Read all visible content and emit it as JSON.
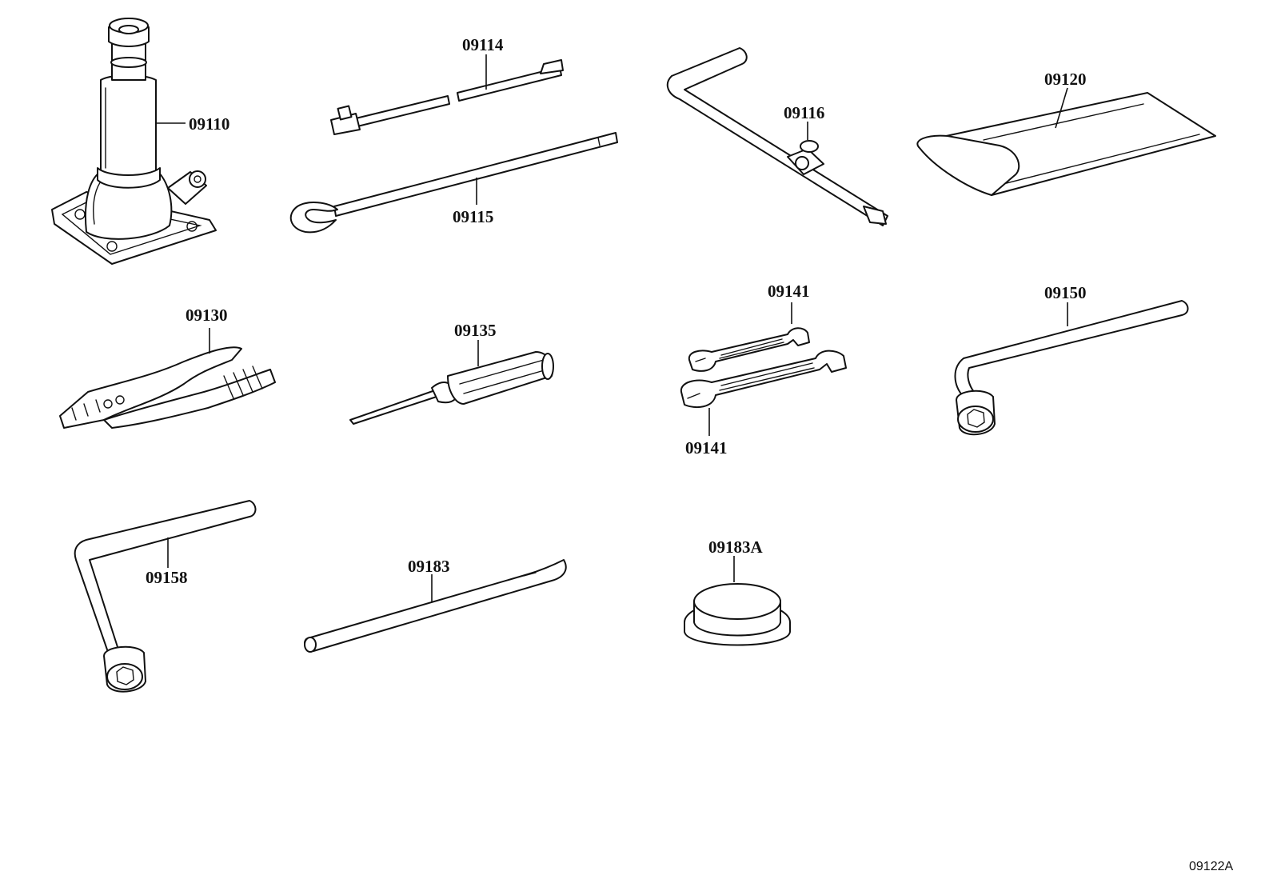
{
  "parts": [
    {
      "id": "jack",
      "label": "09110"
    },
    {
      "id": "jack-handle-rod",
      "label": "09114"
    },
    {
      "id": "hook-rod",
      "label": "09115"
    },
    {
      "id": "jack-handle",
      "label": "09116"
    },
    {
      "id": "tool-bag",
      "label": "09120"
    },
    {
      "id": "pliers",
      "label": "09130"
    },
    {
      "id": "screwdriver",
      "label": "09135"
    },
    {
      "id": "wrench-upper",
      "label": "09141"
    },
    {
      "id": "wrench-lower",
      "label": "09141"
    },
    {
      "id": "wheel-nut-wrench",
      "label": "09150"
    },
    {
      "id": "l-wrench",
      "label": "09158"
    },
    {
      "id": "tire-lever",
      "label": "09183"
    },
    {
      "id": "plug",
      "label": "09183A"
    }
  ],
  "figure_ref": "09122A"
}
